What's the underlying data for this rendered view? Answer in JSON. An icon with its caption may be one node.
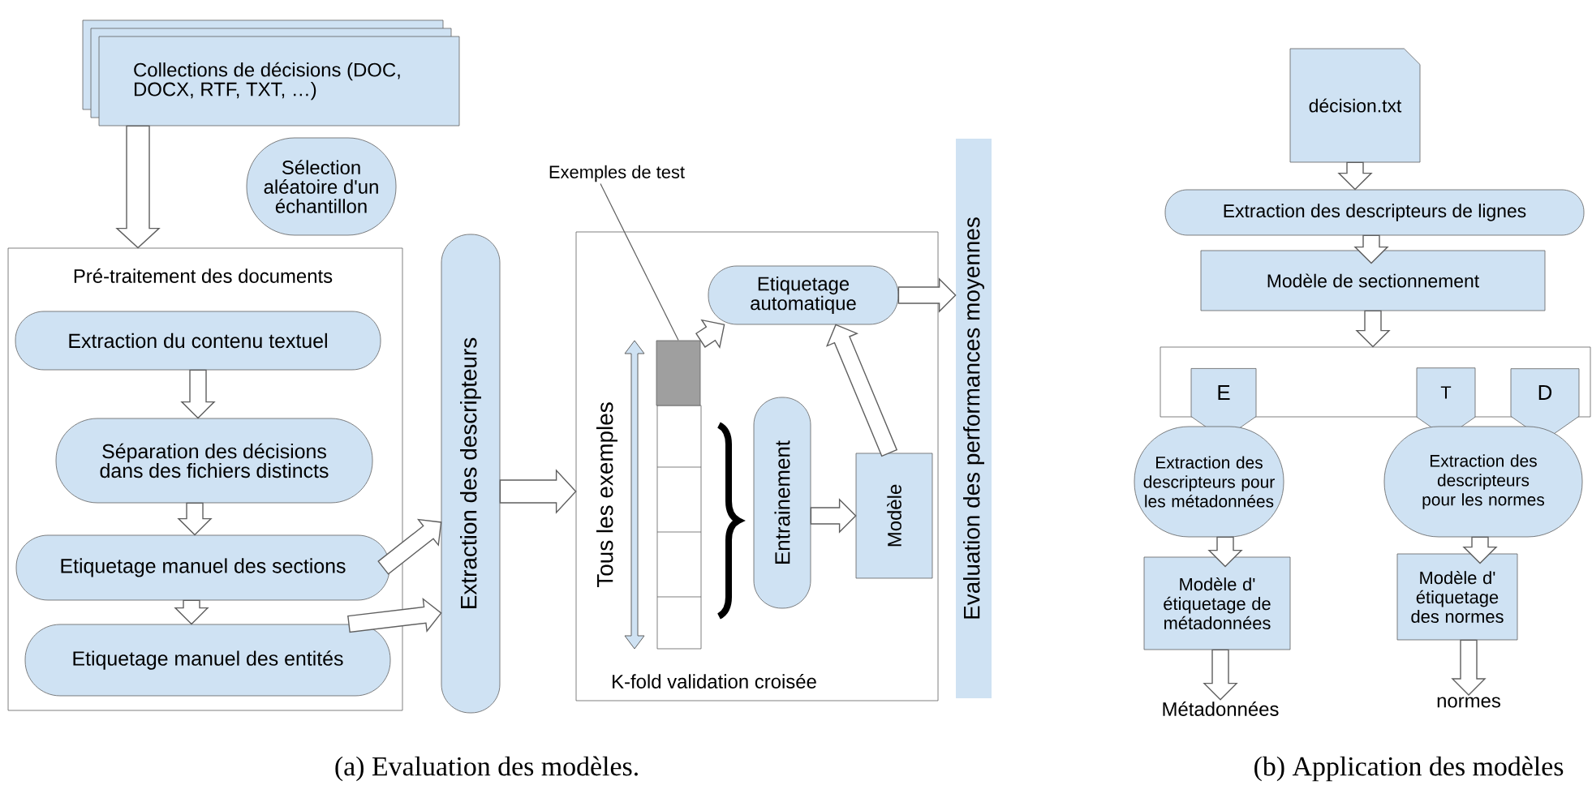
{
  "diagram": {
    "nodes": [
      {
        "text": [
          "Collections de décisions (DOC, DOCX, RTF, TXT, …)"
        ]
      },
      {
        "text": [
          "Sélection aléatoire d'un échantillon"
        ]
      },
      {
        "text": [
          "Pré-traitement des documents"
        ]
      },
      {
        "text": [
          "Extraction du contenu textuel"
        ],
        "in": 2
      },
      {
        "text": [
          "Séparation des décisions dans des fichiers distincts"
        ],
        "in": 2
      },
      {
        "text": [
          "Etiquetage manuel des sections"
        ],
        "in": 2
      },
      {
        "text": [
          "Etiquetage manuel des entités"
        ],
        "in": 2
      },
      {
        "text": [
          "Extraction des descripteurs"
        ]
      },
      {
        "text": [
          "K-fold validation croisée"
        ]
      },
      {
        "text": [
          "Exemples de test"
        ]
      },
      {
        "text": [
          "Etiquetage automatique"
        ],
        "in": 8
      },
      {
        "text": [],
        "shape": "box",
        "in": 8
      },
      {
        "text": [
          "Entrainement"
        ],
        "in": 8
      },
      {
        "text": [
          "Modèle"
        ],
        "in": 8
      },
      {
        "text": [
          "Evaluation des performances moyennes"
        ]
      },
      {
        "text": [
          "décision.txt"
        ]
      },
      {
        "text": [
          "Extraction des descripteurs de lignes"
        ]
      },
      {
        "text": [
          "Modèle de sectionnement"
        ]
      },
      {
        "text": [],
        "shape": "box"
      },
      {
        "text": [
          "E"
        ]
      },
      {
        "text": [
          "T"
        ]
      },
      {
        "text": [
          "D"
        ]
      },
      {
        "text": [
          "Extraction des descripteurs pour les métadonnées"
        ]
      },
      {
        "text": [
          "Extraction des descripteurs pour les normes"
        ]
      },
      {
        "text": [
          "Modèle d' étiquetage de métadonnées"
        ]
      },
      {
        "text": [
          "Modèle d' étiquetage des normes"
        ]
      },
      {
        "text": [
          "Métadonnées"
        ]
      },
      {
        "text": [
          "normes"
        ]
      }
    ],
    "edges": [
      {
        "from": 0,
        "to": 2,
        "arrow": "to"
      },
      {
        "from": 3,
        "to": 4,
        "arrow": "to"
      },
      {
        "from": 4,
        "to": 5,
        "arrow": "to"
      },
      {
        "from": 5,
        "to": 6,
        "arrow": "to"
      },
      {
        "from": 5,
        "to": 7,
        "arrow": "to"
      },
      {
        "from": 6,
        "to": 7,
        "arrow": "to"
      },
      {
        "from": 7,
        "to": 8,
        "arrow": "to"
      },
      {
        "from": 11,
        "to": 10,
        "arrow": "to"
      },
      {
        "from": 12,
        "to": 13,
        "arrow": "to"
      },
      {
        "from": 13,
        "to": 10,
        "arrow": "to"
      },
      {
        "from": 10,
        "to": 14,
        "arrow": "to"
      },
      {
        "from": 9,
        "to": 11,
        "arrow": "none"
      },
      {
        "from": 15,
        "to": 16,
        "arrow": "to"
      },
      {
        "from": 16,
        "to": 17,
        "arrow": "to"
      },
      {
        "from": 17,
        "to": 18,
        "arrow": "to"
      },
      {
        "from": 22,
        "to": 24,
        "arrow": "to"
      },
      {
        "from": 23,
        "to": 25,
        "arrow": "to"
      },
      {
        "from": 24,
        "to": 26,
        "arrow": "to"
      },
      {
        "from": 25,
        "to": 27,
        "arrow": "to"
      }
    ],
    "labels": [
      "Tous les exemples",
      "(a) Evaluation des modèles.",
      "(b) Application des modèles"
    ]
  }
}
